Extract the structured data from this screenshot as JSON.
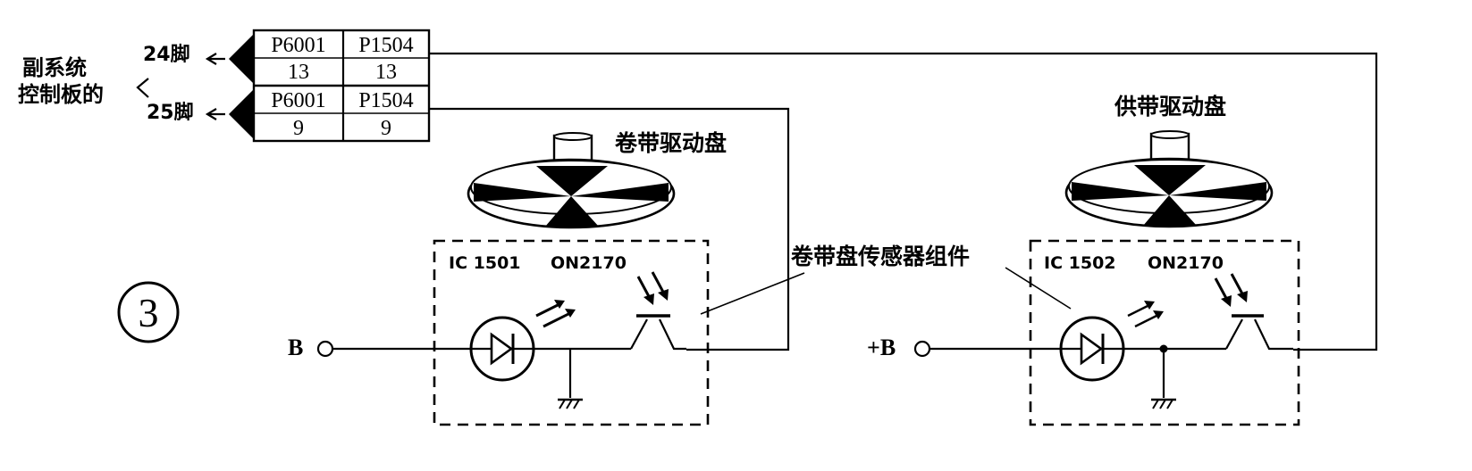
{
  "figure_number": "③",
  "left_labels": {
    "line1": "副系统",
    "line2": "控制板的",
    "pin24": "24脚",
    "pin25": "25脚"
  },
  "connector_table": {
    "row1": [
      "P6001",
      "P1504"
    ],
    "row2": [
      "13",
      "13"
    ],
    "row3": [
      "P6001",
      "P1504"
    ],
    "row4": [
      "9",
      "9"
    ]
  },
  "left_reel": {
    "title": "卷带驱动盘",
    "ic_label": "IC 1501",
    "part_label": "ON2170",
    "supply": "B"
  },
  "right_reel": {
    "title": "供带驱动盘",
    "ic_label": "IC 1502",
    "part_label": "ON2170",
    "supply": "+B"
  },
  "sensor_label": "卷带盘传感器组件"
}
